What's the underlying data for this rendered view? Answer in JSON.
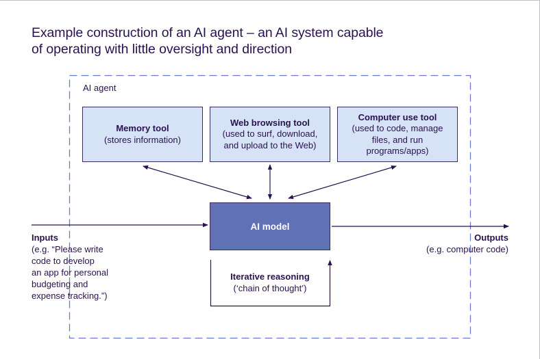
{
  "title": {
    "line1": "Example construction of an AI agent – an AI system capable",
    "line2": "of operating with little oversight and direction"
  },
  "agent_label": "AI agent",
  "tools": [
    {
      "title": "Memory tool",
      "lines": [
        "(stores information)"
      ]
    },
    {
      "title": "Web browsing tool",
      "lines": [
        "(used to surf, download,",
        "and upload to the Web)"
      ]
    },
    {
      "title": "Computer use tool",
      "lines": [
        "(used to code, manage",
        "files, and run",
        "programs/apps)"
      ]
    }
  ],
  "model": {
    "label": "AI model"
  },
  "reasoning": {
    "title": "Iterative reasoning",
    "subtitle": "(‘chain of thought’)"
  },
  "inputs": {
    "title": "Inputs",
    "lines": [
      "(e.g. “Please write",
      "code to develop",
      "an app for personal",
      "budgeting and",
      "expense tracking.”)"
    ]
  },
  "outputs": {
    "title": "Outputs",
    "lines": [
      "(e.g. computer code)"
    ]
  },
  "colors": {
    "text": "#2a1150",
    "tool_fill": "#d6e2f5",
    "model_fill": "#6171b6",
    "dashed_border": "#6b78c6",
    "arrow": "#2a1150"
  }
}
